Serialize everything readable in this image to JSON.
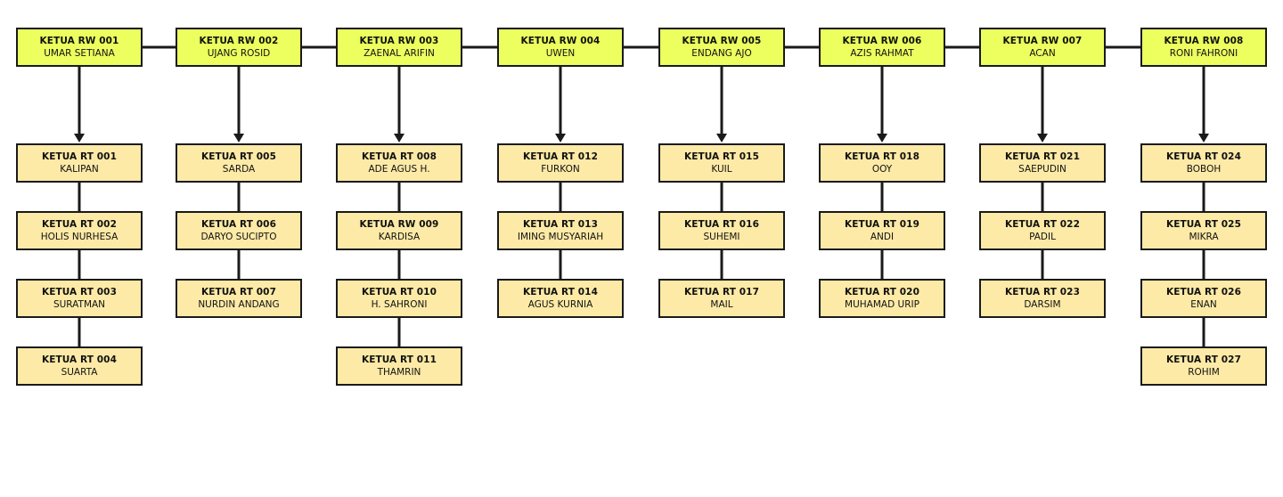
{
  "colors": {
    "rw_fill": "#ecff5e",
    "rt_fill": "#fdeaa6",
    "line": "#1a1a1a"
  },
  "columns": [
    {
      "rw": {
        "role": "KETUA RW 001",
        "person": "UMAR SETIANA"
      },
      "rts": [
        {
          "role": "KETUA RT 001",
          "person": "KALIPAN"
        },
        {
          "role": "KETUA RT 002",
          "person": "HOLIS NURHESA"
        },
        {
          "role": "KETUA RT 003",
          "person": "SURATMAN"
        },
        {
          "role": "KETUA RT 004",
          "person": "SUARTA"
        }
      ]
    },
    {
      "rw": {
        "role": "KETUA RW 002",
        "person": "UJANG ROSID"
      },
      "rts": [
        {
          "role": "KETUA RT 005",
          "person": "SARDA"
        },
        {
          "role": "KETUA RT 006",
          "person": "DARYO SUCIPTO"
        },
        {
          "role": "KETUA RT 007",
          "person": "NURDIN ANDANG"
        }
      ]
    },
    {
      "rw": {
        "role": "KETUA RW 003",
        "person": "ZAENAL ARIFIN"
      },
      "rts": [
        {
          "role": "KETUA RT 008",
          "person": "ADE AGUS H."
        },
        {
          "role": "KETUA RW 009",
          "person": "KARDISA"
        },
        {
          "role": "KETUA RT 010",
          "person": "H. SAHRONI"
        },
        {
          "role": "KETUA RT 011",
          "person": "THAMRIN"
        }
      ]
    },
    {
      "rw": {
        "role": "KETUA RW 004",
        "person": "UWEN"
      },
      "rts": [
        {
          "role": "KETUA RT 012",
          "person": "FURKON"
        },
        {
          "role": "KETUA RT 013",
          "person": "IMING MUSYARIAH"
        },
        {
          "role": "KETUA RT 014",
          "person": "AGUS KURNIA"
        }
      ]
    },
    {
      "rw": {
        "role": "KETUA RW 005",
        "person": "ENDANG AJO"
      },
      "rts": [
        {
          "role": "KETUA RT 015",
          "person": "KUIL"
        },
        {
          "role": "KETUA RT 016",
          "person": "SUHEMI"
        },
        {
          "role": "KETUA RT 017",
          "person": "MAIL"
        }
      ]
    },
    {
      "rw": {
        "role": "KETUA RW 006",
        "person": "AZIS RAHMAT"
      },
      "rts": [
        {
          "role": "KETUA RT 018",
          "person": "OOY"
        },
        {
          "role": "KETUA RT 019",
          "person": "ANDI"
        },
        {
          "role": "KETUA RT 020",
          "person": "MUHAMAD URIP"
        }
      ]
    },
    {
      "rw": {
        "role": "KETUA RW 007",
        "person": "ACAN"
      },
      "rts": [
        {
          "role": "KETUA RT 021",
          "person": "SAEPUDIN"
        },
        {
          "role": "KETUA RT 022",
          "person": "PADIL"
        },
        {
          "role": "KETUA RT 023",
          "person": "DARSIM"
        }
      ]
    },
    {
      "rw": {
        "role": "KETUA RW 008",
        "person": "RONI FAHRONI"
      },
      "rts": [
        {
          "role": "KETUA RT 024",
          "person": "BOBOH"
        },
        {
          "role": "KETUA RT 025",
          "person": "MIKRA"
        },
        {
          "role": "KETUA RT 026",
          "person": "ENAN"
        },
        {
          "role": "KETUA RT 027",
          "person": "ROHIM"
        }
      ]
    }
  ]
}
